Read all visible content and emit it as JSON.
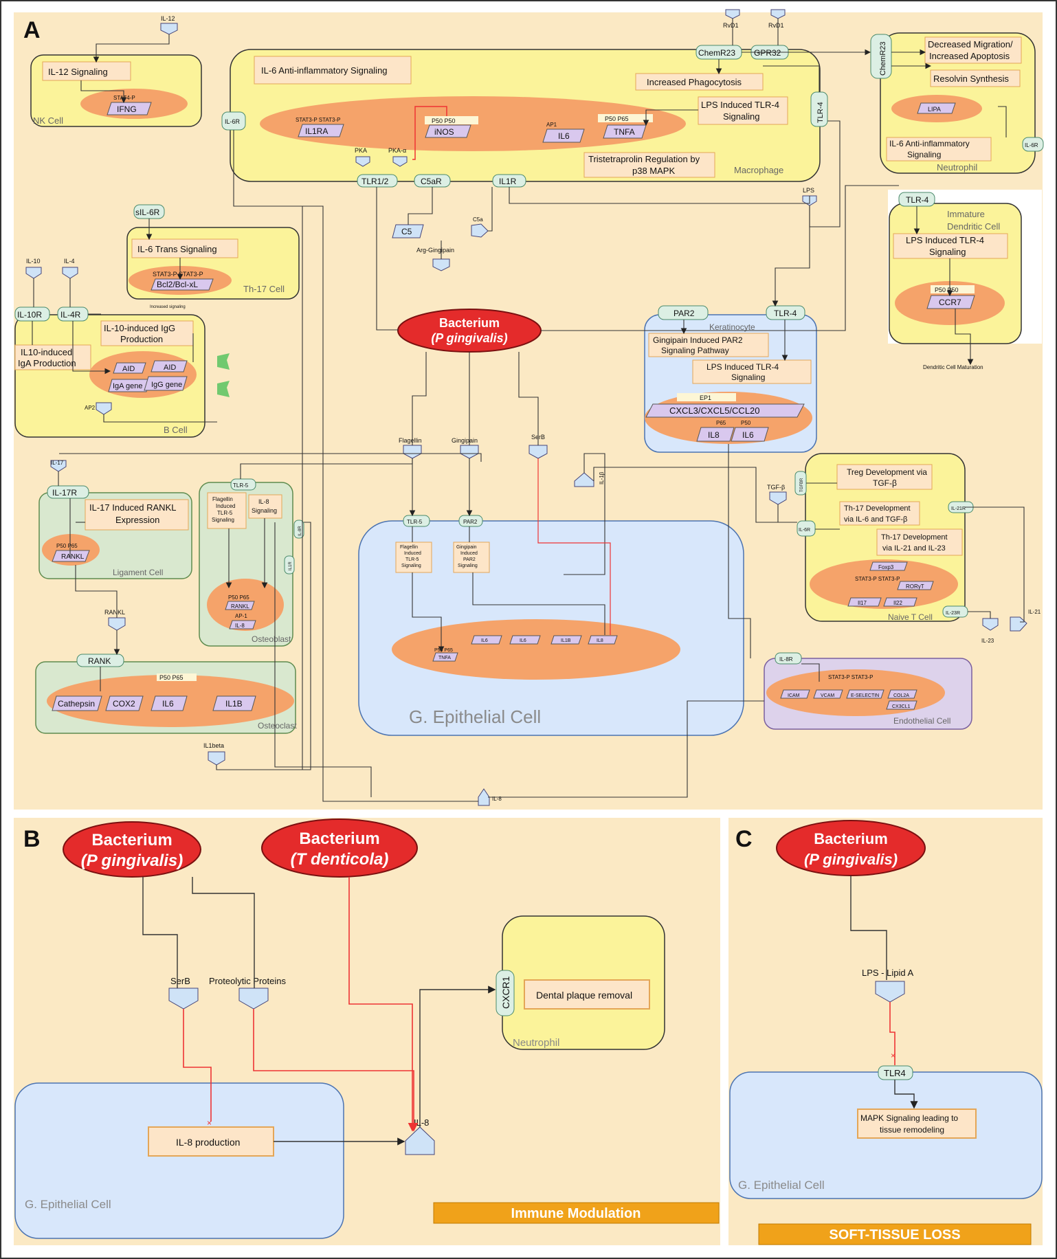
{
  "colors": {
    "panel_bg": "#fbe9c4",
    "cell_yellow": "#fbf39a",
    "cell_green": "#d9e8cf",
    "cell_blue": "#d8e7fb",
    "cell_purple": "#ddd2eb",
    "nucleus": "#f5a36a",
    "bacterium": "#e42b2b",
    "receptor": "#dcefe4",
    "process_box": "#fde5c8",
    "molecule": "#d9c8ee",
    "orange_banner": "#f0a21a"
  },
  "panelA": {
    "label": "A",
    "cells": {
      "nk": "NK Cell",
      "macrophage": "Macrophage",
      "neutrophil": "Neutrophil",
      "th17": "Th-17 Cell",
      "bcell": "B Cell",
      "dendritic_line1": "Immature",
      "dendritic_line2": "Dendritic Cell",
      "keratinocyte": "Keratinocyte",
      "ligament": "Ligament Cell",
      "osteoblast": "Osteoblast",
      "osteoclast": "Osteoclast",
      "epithelial": "G. Epithelial Cell",
      "naive_t": "Naive T Cell",
      "endothelial": "Endothelial Cell"
    },
    "bacterium": {
      "line1": "Bacterium",
      "line2": "(P gingivalis)"
    },
    "processes": {
      "il12_signaling": "IL-12 Signaling",
      "il6_anti_mac": "IL-6 Anti-inflammatory Signaling",
      "inc_phago": "Increased Phagocytosis",
      "lps_tlr4_mac_1": "LPS Induced TLR-4",
      "lps_tlr4_mac_2": "Signaling",
      "tristetra_1": "Tristetraprolin Regulation by",
      "tristetra_2": "p38 MAPK",
      "dec_mig_1": "Decreased Migration/",
      "dec_mig_2": "Increased Apoptosis",
      "resolvin": "Resolvin Synthesis",
      "il6_anti_neu_1": "IL-6 Anti-inflammatory",
      "il6_anti_neu_2": "Signaling",
      "il6_trans": "IL-6 Trans Signaling",
      "il10_igg_1": "IL-10-induced IgG",
      "il10_igg_2": "Production",
      "il10_iga_1": "IL10-induced",
      "il10_iga_2": "IgA Production",
      "lps_tlr4_dc_1": "LPS Induced TLR-4",
      "lps_tlr4_dc_2": "Signaling",
      "gingipain_par2_1": "Gingipain Induced PAR2",
      "gingipain_par2_2": "Signaling Pathway",
      "lps_tlr4_ker_1": "LPS Induced TLR-4",
      "lps_tlr4_ker_2": "Signaling",
      "il17_rankl_1": "IL-17 Induced RANKL",
      "il17_rankl_2": "Expression",
      "flag_tlr5_1": "Flagellin",
      "flag_tlr5_2": "Induced",
      "flag_tlr5_3": "TLR-5",
      "flag_tlr5_4": "Signaling",
      "il8_sig_1": "IL-8",
      "il8_sig_2": "Signaling",
      "epi_flag_1": "Flagellin",
      "epi_flag_2": "Induced",
      "epi_flag_3": "TLR-5",
      "epi_flag_4": "Signaling",
      "epi_ging_1": "Gingipain",
      "epi_ging_2": "Induced",
      "epi_ging_3": "PAR2",
      "epi_ging_4": "Signaling",
      "treg_1": "Treg Development via",
      "treg_2": "TGF-β",
      "th17_il6_1": "Th-17 Development",
      "th17_il6_2": "via IL-6 and TGF-β",
      "th17_il21_1": "Th-17 Development",
      "th17_il21_2": "via IL-21 and IL-23"
    },
    "receptors": {
      "il6r_mac": "IL-6R",
      "tlr12": "TLR1/2",
      "c5ar": "C5aR",
      "il1r": "IL1R",
      "tlr4_mac": "TLR-4",
      "chemr23": "ChemR23",
      "gpr32": "GPR32",
      "chemr23_neu": "ChemR23",
      "il6r_neu": "IL-6R",
      "sil6r": "sIL-6R",
      "il10r": "IL-10R",
      "il4r": "IL-4R",
      "tlr4_dc": "TLR-4",
      "par2_ker": "PAR2",
      "tlr4_ker": "TLR-4",
      "il17r": "IL-17R",
      "tlr5_ob": "TLR-5",
      "il8r": "IL-8R",
      "il1r_ob": "IL1R",
      "tlr5_epi": "TLR-5",
      "par2_epi": "PAR2",
      "rank": "RANK",
      "tgfbr": "TGFBR",
      "il6r_t": "IL-6R",
      "il21r": "IL-21R",
      "il23r": "IL-23R",
      "il8r_endo": "IL-8R"
    },
    "ligands": {
      "il12": "IL-12",
      "rvd1": "RvD1",
      "rvd1b": "RvD1",
      "lps": "LPS",
      "c5": "C5",
      "c5a": "C5a",
      "arg_gingipain": "Arg-Gingipain",
      "il10": "IL-10",
      "il4": "IL-4",
      "flagellin": "Flagellin",
      "gingipain": "Gingipain",
      "serb": "SerB",
      "il17": "IL-17",
      "il1b_mid": "IL-1β",
      "rankl": "RANKL",
      "il1beta": "IL1beta",
      "tgfb": "TGF-β",
      "il21": "IL-21",
      "il23": "IL-23",
      "il8": "IL-8",
      "pka": "PKA",
      "pka_a": "PKA-α"
    },
    "molecules": {
      "ifng": "IFNG",
      "il1ra": "IL1RA",
      "inos": "iNOS",
      "il6_mac": "IL6",
      "tnfa": "TNFA",
      "lipa": "LIPA",
      "bcl2": "Bcl2/Bcl-xL",
      "aid1": "AID",
      "aid2": "AID",
      "iga": "IgA gene",
      "igg": "IgG gene",
      "ccr7": "CCR7",
      "cxcl": "CXCL3/CXCL5/CCL20",
      "il8_ker": "IL8",
      "il6_ker": "IL6",
      "rankl_lig": "RANKL",
      "ob_mol1": "RANKL",
      "ob_mol2": "IL-8",
      "cathepsin": "Cathepsin",
      "cox2": "COX2",
      "il6_oc": "IL6",
      "il1b_oc": "IL1B",
      "epi_tnfa": "TNFA",
      "epi_il1": "IL6",
      "epi_il2": "IL6",
      "epi_il3": "IL1B",
      "epi_il4": "IL8",
      "t_mol1": "Il17",
      "t_mol2": "Il22",
      "endo_1": "ICAM",
      "endo_2": "VCAM",
      "endo_3": "E-SELECTIN",
      "endo_4": "COL2A",
      "endo_5": "CX3CL1"
    },
    "tags": {
      "stat4": "STAT4-P",
      "p50p50": "P50   P50",
      "p50p65_tnfa": "P50   P65",
      "stat3_il1ra": "STAT3-P STAT3-P",
      "ap1": "AP1",
      "stat3_th17": "STAT3-P  STAT3-P",
      "p50_ccr7": "P50   P50",
      "ep1": "EP1",
      "p65_ker": "P65",
      "p50_ker": "P50",
      "p50p65_rankl": "P50 P65",
      "p50p65_ob": "P50  P65",
      "ap1_ob": "AP-1",
      "p50p65_oc": "P50   P65",
      "p50p65_epi": "P50  P65",
      "stat_endo": "STAT3-P  STAT3-P",
      "foxp3": "Foxp3",
      "rorgt": "RORγT",
      "stat_t": "STAT3-P STAT3-P"
    },
    "small_notes": {
      "dc_maturation": "Dendritic Cell Maturation",
      "th17_note": "Increased signaling",
      "ap2": "AP2"
    }
  },
  "panelB": {
    "label": "B",
    "bact1": {
      "line1": "Bacterium",
      "line2": "(P gingivalis)"
    },
    "bact2": {
      "line1": "Bacterium",
      "line2": "(T denticola)"
    },
    "serb": "SerB",
    "proteolytic": "Proteolytic Proteins",
    "il8_prod": "IL-8 production",
    "il8": "IL-8",
    "cxcr1": "CXCR1",
    "dental": "Dental plaque removal",
    "neutrophil": "Neutrophil",
    "epithelial": "G. Epithelial Cell",
    "banner": "Immune Modulation"
  },
  "panelC": {
    "label": "C",
    "bact": {
      "line1": "Bacterium",
      "line2": "(P gingivalis)"
    },
    "lps": "LPS - Lipid A",
    "tlr4": "TLR4",
    "mapk_1": "MAPK Signaling leading to",
    "mapk_2": "tissue remodeling",
    "epithelial": "G. Epithelial Cell",
    "banner": "SOFT-TISSUE LOSS"
  }
}
